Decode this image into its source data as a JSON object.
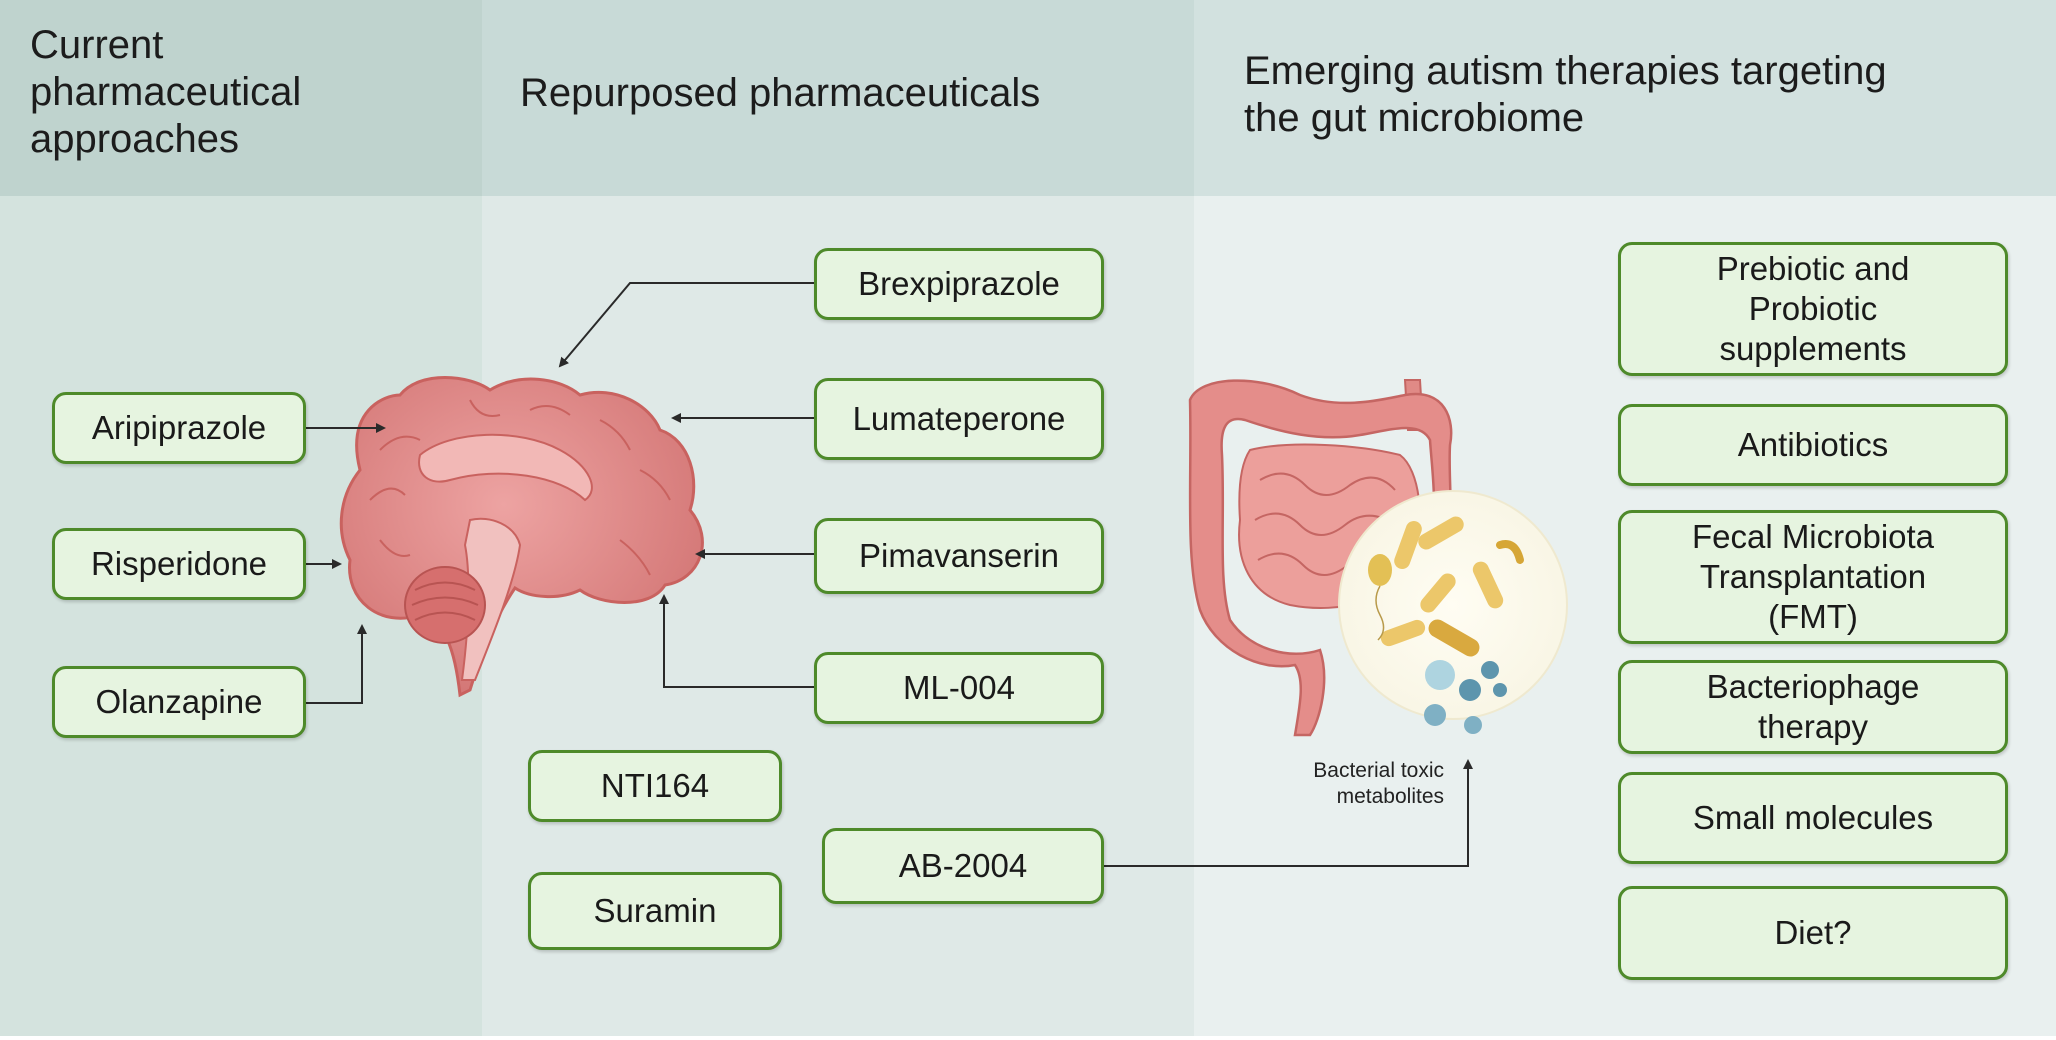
{
  "headers": {
    "current": "Current\npharmaceutical\napproaches",
    "repurposed": "Repurposed pharmaceuticals",
    "emerging": "Emerging autism therapies targeting\nthe gut microbiome"
  },
  "current_drugs": [
    "Aripiprazole",
    "Risperidone",
    "Olanzapine"
  ],
  "repurposed_drugs": [
    "Brexpiprazole",
    "Lumateperone",
    "Pimavanserin",
    "ML-004"
  ],
  "other_drugs": [
    "NTI164",
    "Suramin",
    "AB-2004"
  ],
  "metabolites_label": "Bacterial toxic\nmetabolites",
  "emerging_therapies": [
    "Prebiotic and\nProbiotic\nsupplements",
    "Antibiotics",
    "Fecal Microbiota\nTransplantation\n(FMT)",
    "Bacteriophage\ntherapy",
    "Small molecules",
    "Diet?"
  ],
  "colors": {
    "box_border": "#4e8a2a",
    "box_fill": "#e6f4e0",
    "brain": "#e0898a",
    "gut": "#e48d8a"
  },
  "icons": [
    "brain-illustration",
    "gut-illustration",
    "bacteria-circle-illustration"
  ]
}
